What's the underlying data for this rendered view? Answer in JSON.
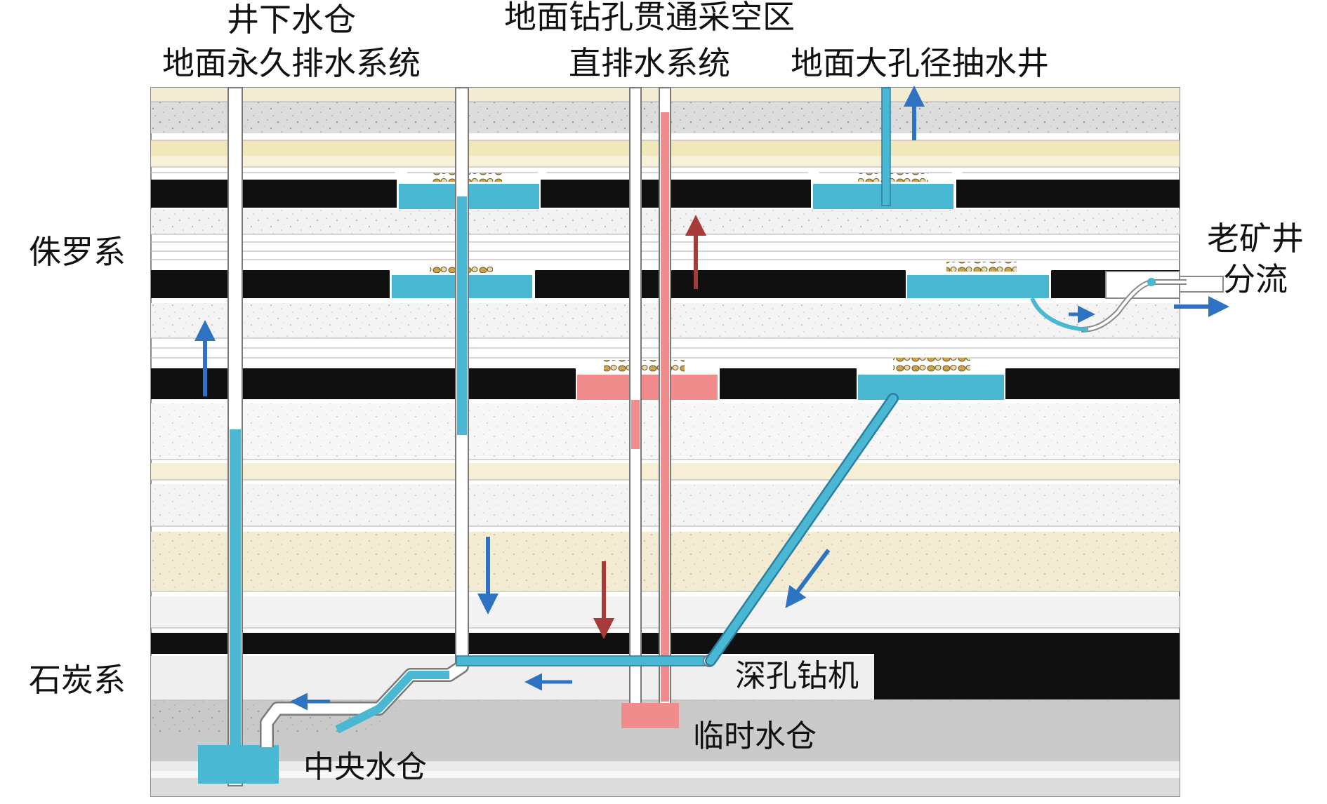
{
  "labels": {
    "underground_sump": "井下水仓",
    "permanent_drainage": "地面永久排水系统",
    "borehole_goaf": "地面钻孔贯通采空区",
    "direct_drainage": "直排水系统",
    "large_well": "地面大孔径抽水井",
    "old_mine": "老矿井",
    "diversion": "分流",
    "jurassic": "侏罗系",
    "carboniferous": "石炭系",
    "deep_drill": "深孔钻机",
    "temp_sump": "临时水仓",
    "central_sump": "中央水仓"
  },
  "colors": {
    "water": "#4ab8d2",
    "water_dark": "#2b7fa3",
    "pink": "#f08c8c",
    "pink_dark": "#a83a3a",
    "coal": "#101010",
    "arrow_blue": "#2e72c2",
    "sandstone": "#f3ecd2",
    "mudstone": "#e4e4e4",
    "siltstone": "#f6f6f6",
    "floor": "#c9c9c9"
  }
}
